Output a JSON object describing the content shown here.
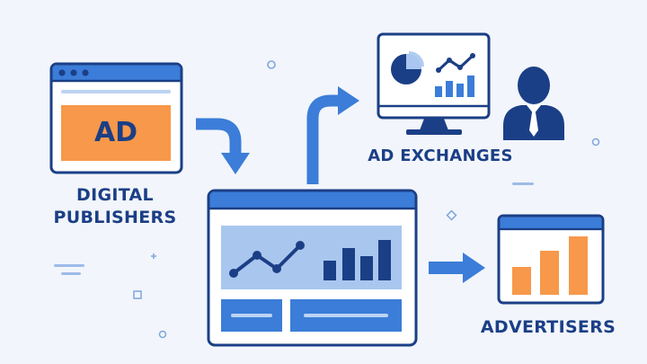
{
  "publisher": {
    "label_line1": "DIGITAL",
    "label_line2": "PUBLISHERS",
    "ad_text": "AD"
  },
  "exchange": {
    "label": "AD EXCHANGES"
  },
  "advertiser": {
    "label": "ADVERTISERS"
  },
  "colors": {
    "background": "#f2f5fb",
    "navy": "#1b3f86",
    "blue": "#3b7dd8",
    "light_blue": "#a9c6ef",
    "orange": "#f7984a"
  },
  "icons": [
    "browser-window-icon",
    "monitor-icon",
    "pie-chart-icon",
    "line-chart-icon",
    "bar-chart-icon",
    "person-icon",
    "arrow-icon"
  ]
}
